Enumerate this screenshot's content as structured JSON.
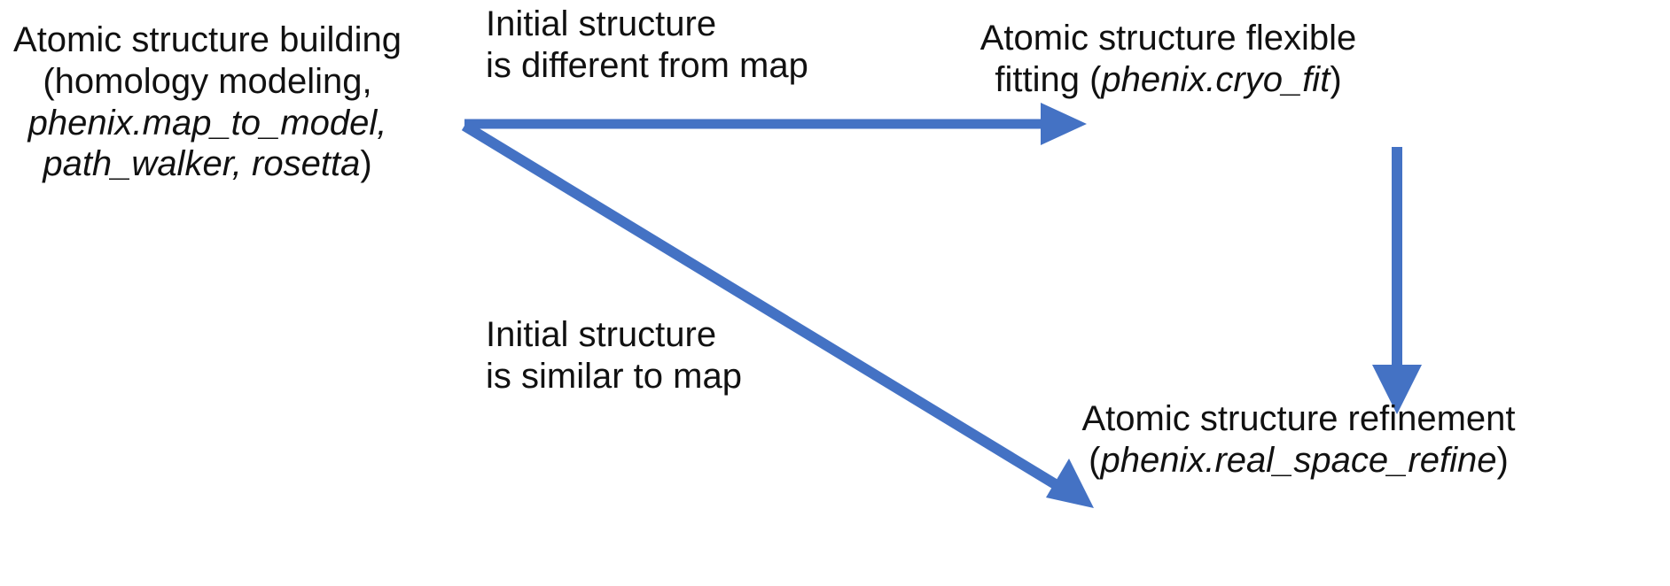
{
  "diagram": {
    "type": "flowchart",
    "background": "#ffffff",
    "arrow_color": "#4472C4",
    "text_color": "#111111",
    "nodes": [
      {
        "id": "building",
        "name": "atomic-structure-building",
        "lines": [
          {
            "text": "Atomic structure building",
            "italic": false
          },
          {
            "text": "(homology modeling,",
            "italic": false
          },
          {
            "text": "phenix.map_to_model,",
            "italic": true
          },
          {
            "text": "path_walker, rosetta",
            "italic": true
          },
          {
            "text": ")",
            "italic": false
          }
        ],
        "line1": "Atomic structure building",
        "line2": "(homology modeling,",
        "line3": "phenix.map_to_model,",
        "line4_italic": "path_walker, rosetta",
        "line4_tail": ")"
      },
      {
        "id": "fitting",
        "name": "atomic-structure-flexible-fitting",
        "line1": "Atomic structure flexible",
        "line2_prefix": "fitting (",
        "line2_italic": "phenix.cryo_fit",
        "line2_suffix": ")"
      },
      {
        "id": "refinement",
        "name": "atomic-structure-refinement",
        "line1": "Atomic structure refinement",
        "line2_prefix": "(",
        "line2_italic": "phenix.real_space_refine",
        "line2_suffix": ")"
      }
    ],
    "edges": [
      {
        "id": "edge-different",
        "name": "edge-building-to-fitting",
        "from": "building",
        "to": "fitting",
        "label_line1": "Initial structure",
        "label_line2": "is different from map"
      },
      {
        "id": "edge-similar",
        "name": "edge-building-to-refinement",
        "from": "building",
        "to": "refinement",
        "label_line1": "Initial structure",
        "label_line2": "is similar to map"
      },
      {
        "id": "edge-fitting-refinement",
        "name": "edge-fitting-to-refinement",
        "from": "fitting",
        "to": "refinement",
        "label_line1": "",
        "label_line2": ""
      }
    ]
  }
}
